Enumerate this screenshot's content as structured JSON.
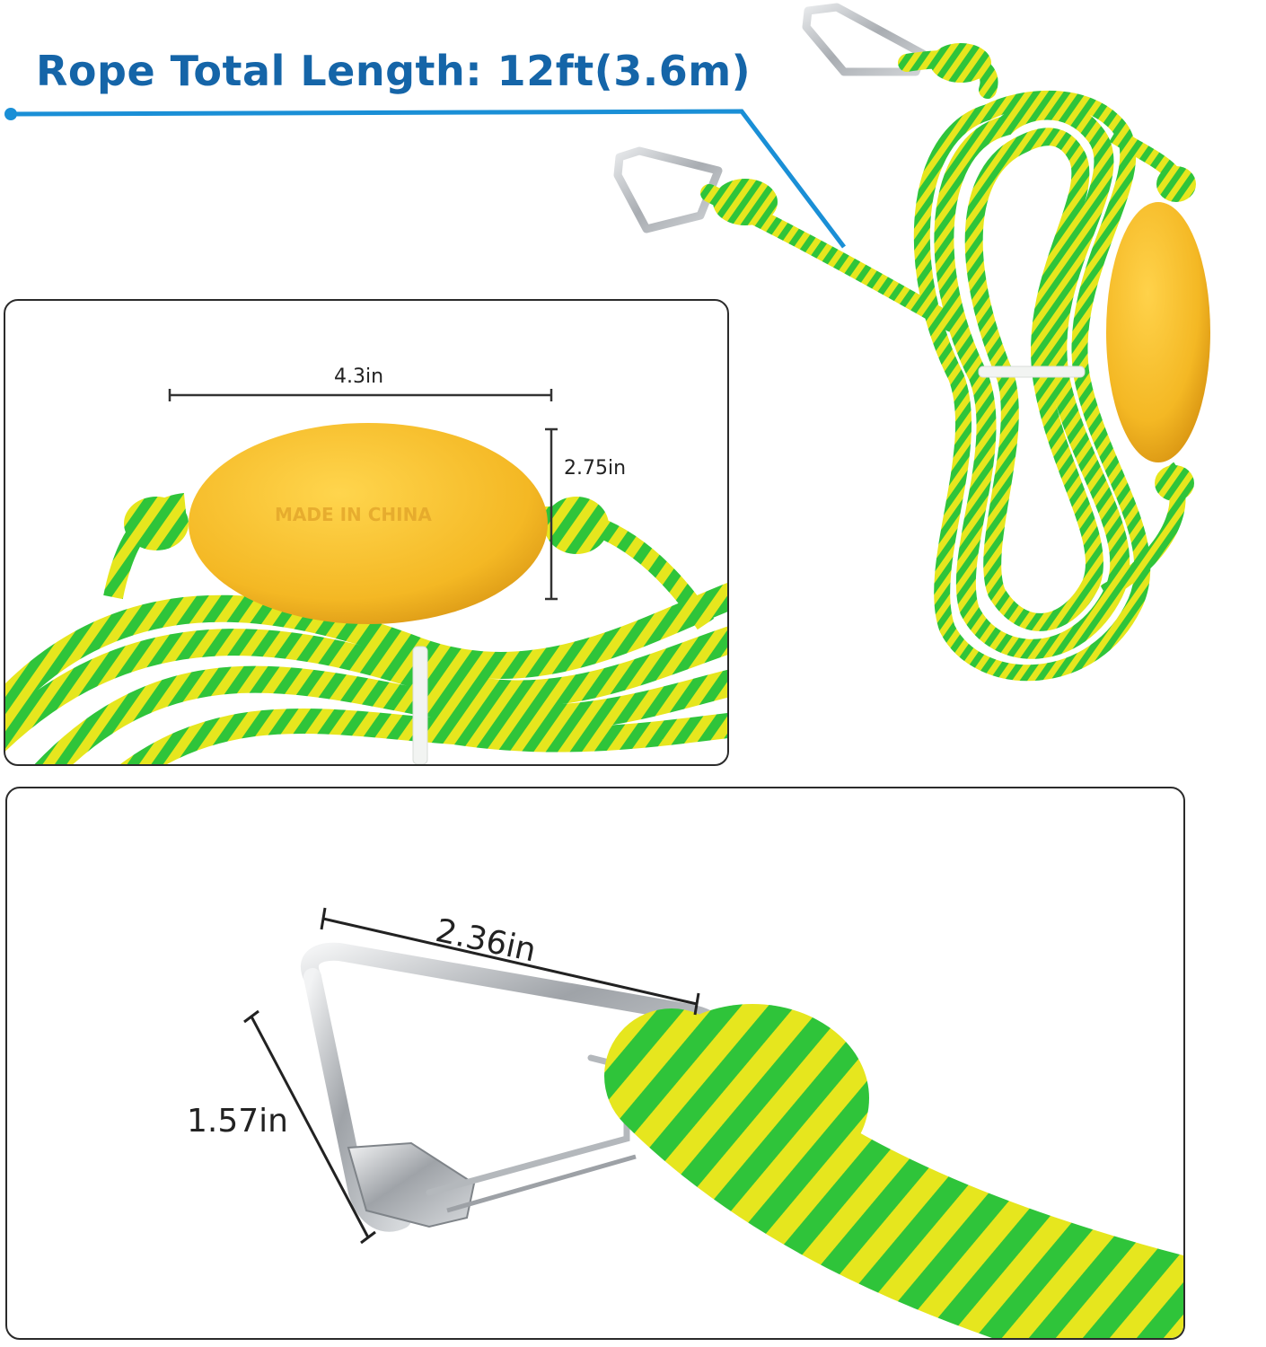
{
  "headline": {
    "text": "Rope Total Length: 12ft(3.6m)",
    "color": "#1565a8"
  },
  "colors": {
    "rope_green": "#2fc43a",
    "rope_yellow": "#e6e61e",
    "float_yellow": "#f4b824",
    "steel": "#b9bcc0",
    "callout_line": "#1a8fd6"
  },
  "float_panel": {
    "width_label": "4.3in",
    "height_label": "2.75in",
    "embossed_text": "MADE IN CHINA"
  },
  "clip_panel": {
    "length_label": "2.36in",
    "width_label": "1.57in"
  }
}
